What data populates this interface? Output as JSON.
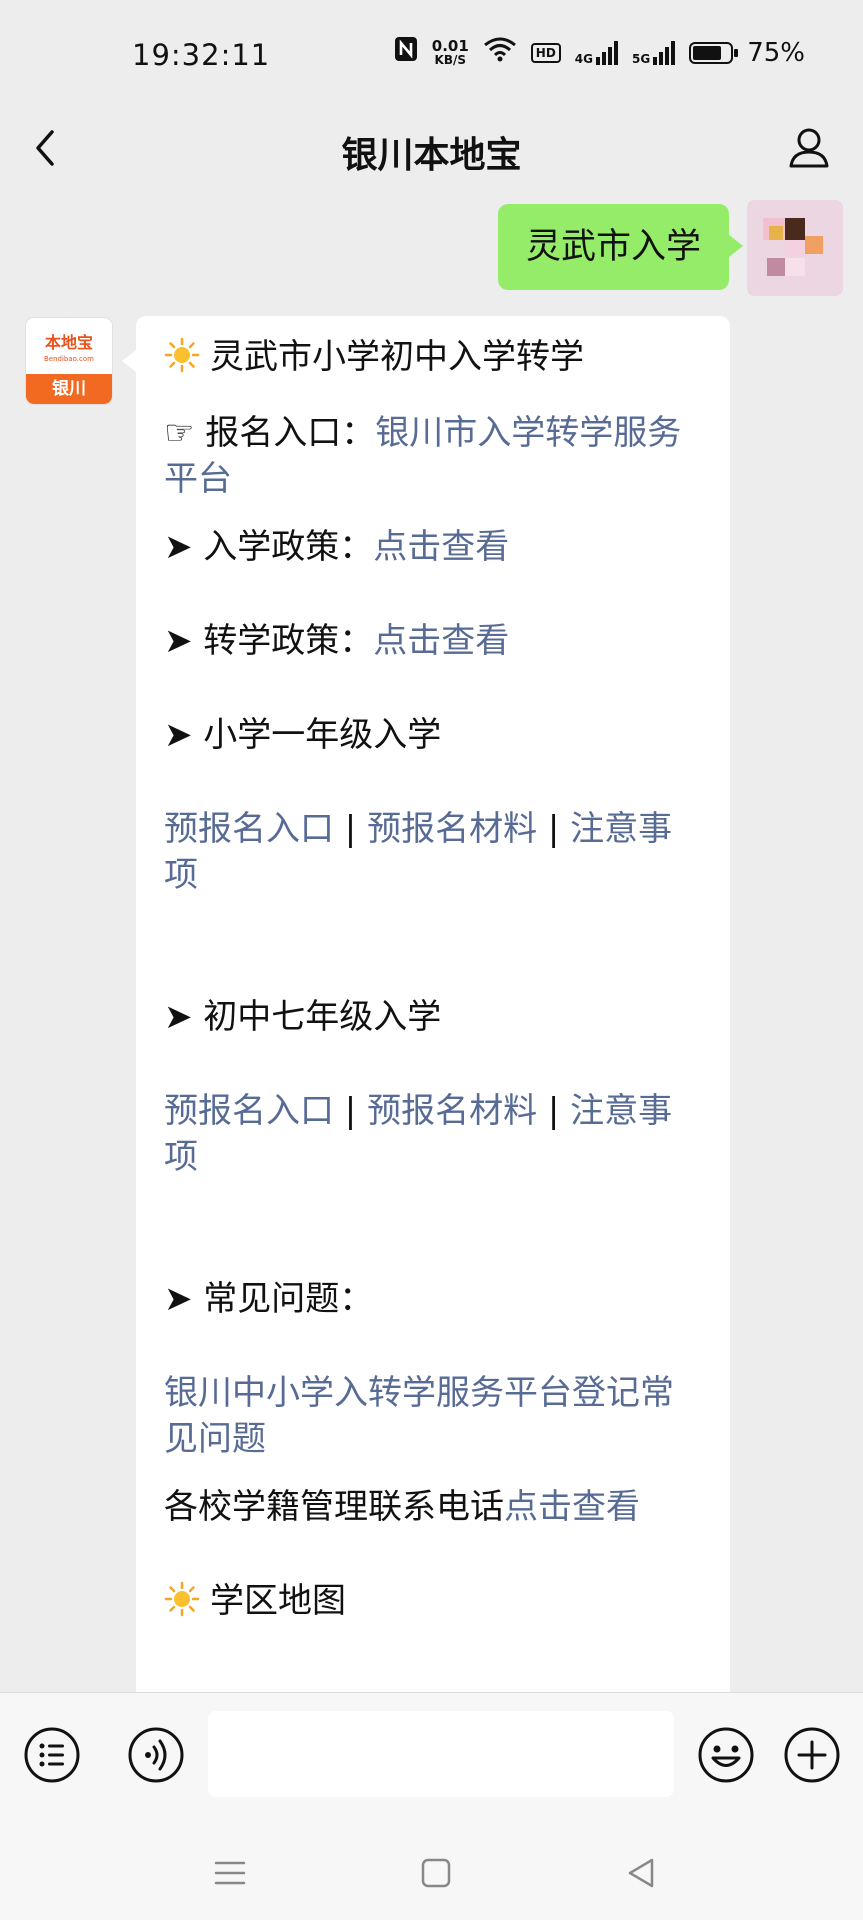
{
  "status": {
    "time": "19:32:11",
    "net_speed_value": "0.01",
    "net_speed_unit": "KB/S",
    "hd_label": "HD",
    "signal1": "4G",
    "signal2": "5G",
    "battery": "75%"
  },
  "navbar": {
    "title": "银川本地宝"
  },
  "chat": {
    "user_message": "灵武市入学",
    "bot_avatar": {
      "logo": "本地宝",
      "url": "Bendibao.com",
      "city": "银川"
    },
    "bot": {
      "title": "灵武市小学初中入学转学",
      "entry_prefix": "☞ 报名入口：",
      "entry_link": "银川市入学转学服务平台",
      "policy1_prefix": "➤ 入学政策：",
      "policy1_link": "点击查看",
      "policy2_prefix": "➤ 转学政策：",
      "policy2_link": "点击查看",
      "primary_heading": "➤ 小学一年级入学",
      "primary_link1": "预报名入口",
      "primary_link2": "预报名材料",
      "primary_link3": "注意事项",
      "middle_heading": "➤ 初中七年级入学",
      "middle_link1": "预报名入口",
      "middle_link2": "预报名材料",
      "middle_link3": "注意事项",
      "sep": " | ",
      "faq_heading": "➤ 常见问题：",
      "faq_link": "银川中小学入转学服务平台登记常见问题",
      "contact_prefix": "各校学籍管理联系电话",
      "contact_link": "点击查看",
      "map_heading": "学区地图"
    }
  },
  "colors": {
    "link": "#576b95",
    "user_bubble": "#95ec69",
    "background": "#ededed"
  }
}
